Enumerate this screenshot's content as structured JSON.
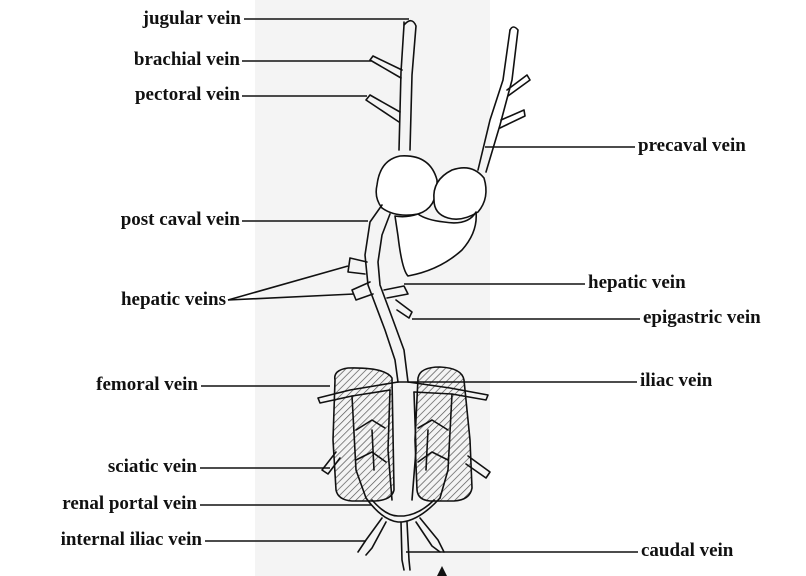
{
  "labels": {
    "jugular_vein": "jugular vein",
    "brachial_vein": "brachial vein",
    "pectoral_vein": "pectoral vein",
    "precaval_vein": "precaval vein",
    "post_caval_vein": "post caval vein",
    "hepatic_veins": "hepatic veins",
    "hepatic_vein": "hepatic vein",
    "epigastric_vein": "epigastric vein",
    "femoral_vein": "femoral vein",
    "iliac_vein": "iliac vein",
    "sciatic_vein": "sciatic vein",
    "renal_portal_vein": "renal portal vein",
    "internal_iliac_vein": "internal iliac vein",
    "caudal_vein": "caudal vein"
  },
  "colors": {
    "ink": "#111111",
    "background_panel": "#f4f4f4",
    "kidney_hatch": "#555555"
  }
}
